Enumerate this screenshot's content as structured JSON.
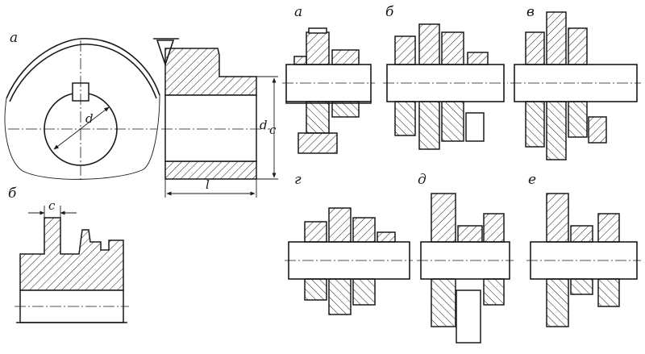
{
  "labels": {
    "fig_left_top": "а",
    "fig_left_bottom": "б",
    "fig_a": "а",
    "fig_b": "б",
    "fig_v": "в",
    "fig_g": "г",
    "fig_d": "д",
    "fig_e": "е"
  },
  "dimensions": {
    "bore": "d",
    "hub_diameter": "d",
    "hub_diameter_sub": "c",
    "hub_length": "l",
    "chamfer": "c"
  }
}
